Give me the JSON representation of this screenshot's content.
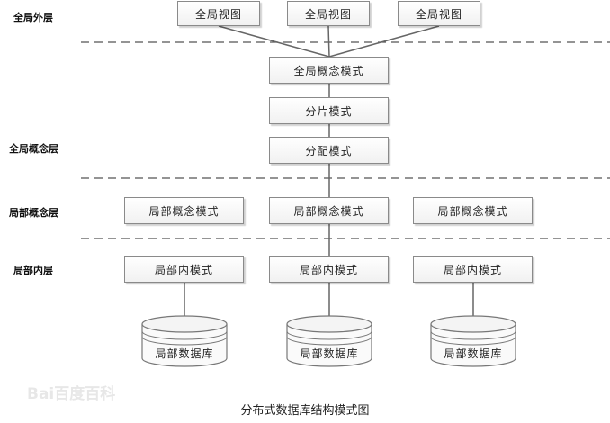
{
  "layers": {
    "global_external": "全局外层",
    "global_conceptual": "全局概念层",
    "local_conceptual": "局部概念层",
    "local_internal": "局部内层"
  },
  "global_views": [
    "全局视图",
    "全局视图",
    "全局视图"
  ],
  "global_schema": "全局概念模式",
  "fragment_schema": "分片模式",
  "allocation_schema": "分配模式",
  "local_conceptual_schemas": [
    "局部概念模式",
    "局部概念模式",
    "局部概念模式"
  ],
  "local_internal_schemas": [
    "局部内模式",
    "局部内模式",
    "局部内模式"
  ],
  "local_databases": [
    "局部数据库",
    "局部数据库",
    "局部数据库"
  ],
  "caption": "分布式数据库结构模式图",
  "watermark": "Bai百度百科",
  "colors": {
    "box_border": "#8a8a8a",
    "line": "#666666",
    "dashed": "#555555"
  }
}
